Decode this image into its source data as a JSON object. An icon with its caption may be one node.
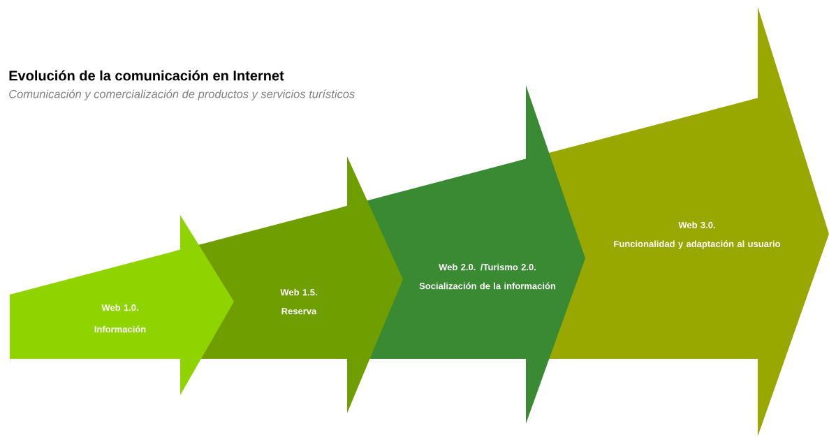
{
  "diagram": {
    "title": "Evolución de la comunicación  en Internet",
    "nodes": [
      {
        "text": [
          "Web 1.0.",
          "Información"
        ]
      },
      {
        "text": [
          "Web 1.5.",
          "Reserva"
        ]
      },
      {
        "text": [
          "Web 2.0. /Turismo 2.0.",
          "Socialización de la información"
        ]
      },
      {
        "text": [
          "Web 3.0.",
          "Funcionalidad y adaptación al usuario"
        ]
      }
    ],
    "labels": [
      "Comunicación y comercialización de productos y servicios turísticos"
    ]
  }
}
